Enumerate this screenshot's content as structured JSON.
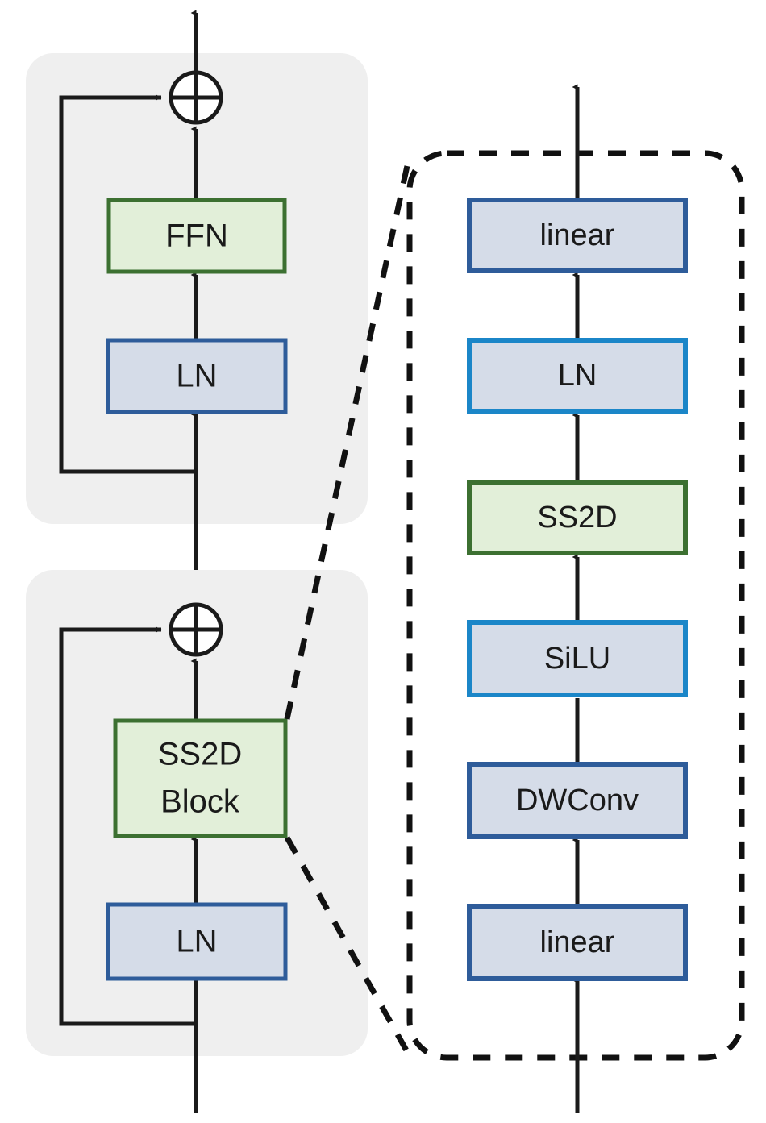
{
  "figure": {
    "type": "architecture-block-diagram",
    "title": "SS2D Block architecture diagram",
    "background_color": "#ffffff"
  },
  "palette": {
    "panel_gray": "#efefef",
    "green_fill": "#e2efd9",
    "green_stroke": "#3c7031",
    "blue_fill": "#d5dce8",
    "blue_stroke_dark": "#2e5c9a",
    "blue_stroke_bright": "#1b86c8",
    "line_black": "#1a1a1a",
    "dash_black": "#111111"
  },
  "left_column": {
    "upper_panel": {
      "name": "ffn-residual-panel",
      "has_residual_skip": true,
      "add_operator": "plus-circle",
      "blocks": [
        {
          "id": "ffn",
          "label": "FFN",
          "style": "green"
        },
        {
          "id": "ln-upper",
          "label": "LN",
          "style": "blue-dark"
        }
      ]
    },
    "lower_panel": {
      "name": "ss2d-residual-panel",
      "has_residual_skip": true,
      "add_operator": "plus-circle",
      "blocks": [
        {
          "id": "ss2d-block",
          "label_line1": "SS2D",
          "label_line2": "Block",
          "style": "green"
        },
        {
          "id": "ln-lower",
          "label": "LN",
          "style": "blue-dark"
        }
      ]
    }
  },
  "right_column": {
    "name": "ss2d-block-expansion",
    "container_style": "dashed-rounded",
    "flow_direction": "bottom-to-top",
    "blocks": [
      {
        "id": "linear-out",
        "label": "linear",
        "style": "blue-dark"
      },
      {
        "id": "ln-right",
        "label": "LN",
        "style": "blue-bright"
      },
      {
        "id": "ss2d-right",
        "label": "SS2D",
        "style": "green"
      },
      {
        "id": "silu",
        "label": "SiLU",
        "style": "blue-bright"
      },
      {
        "id": "dwconv",
        "label": "DWConv",
        "style": "blue-dark"
      },
      {
        "id": "linear-in",
        "label": "linear",
        "style": "blue-dark"
      }
    ]
  },
  "connectors": {
    "expansion_callout": "dashed-diagonal-pair",
    "arrow_head": "solid-triangle"
  }
}
